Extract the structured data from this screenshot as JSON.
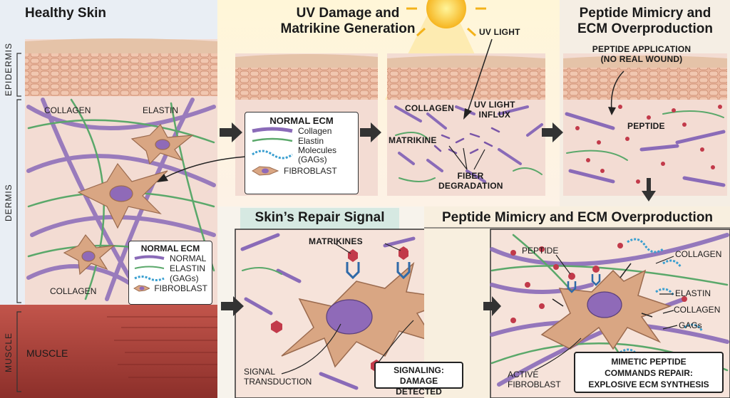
{
  "panels": {
    "healthy": {
      "title": "Healthy Skin"
    },
    "uv": {
      "title_line1": "UV Damage and",
      "title_line2": "Matrikine Generation"
    },
    "mimicry_top": {
      "title_line1": "Peptide Mimicry and",
      "title_line2": "ECM Overproduction"
    },
    "repair": {
      "title": "Skin’s Repair Signal"
    },
    "mimicry_bottom": {
      "title": "Peptide Mimicry and ECM Overproduction"
    }
  },
  "layers": {
    "epidermis": "EPIDERMIS",
    "dermis": "DERMIS",
    "muscle": "MUSCLE",
    "muscle_label": "MUSCLE"
  },
  "healthy_labels": {
    "collagen_top": "COLLAGEN",
    "elastin": "ELASTIN",
    "collagen_bottom": "COLLAGEN"
  },
  "legend_small": {
    "title": "NORMAL ECM",
    "items": [
      "NORMAL",
      "ELASTIN",
      "(GAGs)",
      "FIBROBLAST"
    ]
  },
  "legend_main": {
    "title": "NORMAL ECM",
    "collagen": "Collagen",
    "elastin": "Elastin",
    "molecules_line1": "Molecules",
    "molecules_line2": "(GAGs)",
    "fibroblast": "FIBROBLAST"
  },
  "uv_labels": {
    "uv_light": "UV LIGHT",
    "collagen": "COLLAGEN",
    "influx_line1": "UV LIGHT",
    "influx_line2": "INFLUX",
    "matrikine": "MATRIKINE",
    "degradation_line1": "FIBER",
    "degradation_line2": "DEGRADATION"
  },
  "peptide_top": {
    "application_line1": "PEPTIDE APPLICATION",
    "application_line2": "(NO REAL WOUND)",
    "peptide": "PEPTIDE"
  },
  "repair_labels": {
    "matrikines": "MATRIKINES",
    "signal_line1": "SIGNAL",
    "signal_line2": "TRANSDUCTION",
    "callout_line1": "SIGNALING:",
    "callout_line2": "DAMAGE DETECTED"
  },
  "mimic_labels": {
    "peptide": "PEPTIDE",
    "collagen_top": "COLLAGEN",
    "elastin": "ELASTIN",
    "collagen_bottom": "COLLAGEN",
    "gags": "GAGs",
    "active_line1": "ACTIVE",
    "active_line2": "FIBROBLAST",
    "callout_line1": "MIMETIC PEPTIDE",
    "callout_line2": "COMMANDS REPAIR:",
    "callout_line3": "EXPLOSIVE ECM SYNTHESIS"
  },
  "colors": {
    "collagen": "#8a6bb8",
    "elastin": "#5aa86a",
    "gags": "#3a9fd0",
    "fibroblast": "#d7a27e",
    "nucleus": "#8f6ab8",
    "peptide": "#c23a4a",
    "dermis_bg": "#f2d9d0",
    "epidermis": "#e8b59c",
    "muscle": "#b3463d"
  }
}
